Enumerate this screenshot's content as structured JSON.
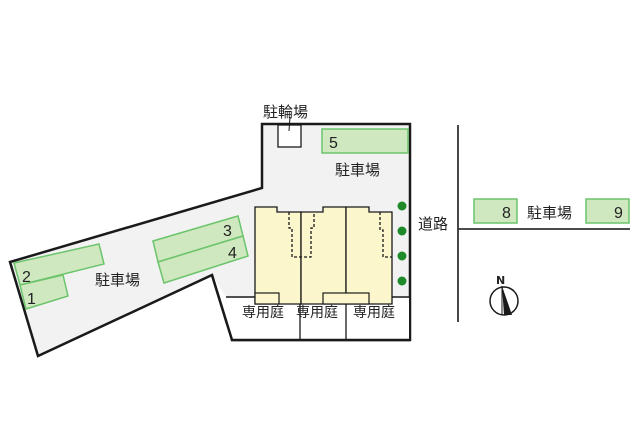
{
  "colors": {
    "lot_fill": "#f2f2f2",
    "outline": "#1a1a1a",
    "parking_fill": "#cfe8c0",
    "parking_stroke": "#6cc46c",
    "building_fill": "#fcf6cc",
    "tree": "#1f8a2a"
  },
  "labels": {
    "bicycle_parking": "駐輪場",
    "parking_north": "駐車場",
    "parking_west": "駐車場",
    "parking_east": "駐車場",
    "road": "道路",
    "private_garden": [
      "専用庭",
      "専用庭",
      "専用庭"
    ],
    "compass_north": "N"
  },
  "parking_spaces": [
    {
      "id": "1",
      "label": "1"
    },
    {
      "id": "2",
      "label": "2"
    },
    {
      "id": "3",
      "label": "3"
    },
    {
      "id": "4",
      "label": "4"
    },
    {
      "id": "5",
      "label": "5"
    },
    {
      "id": "8",
      "label": "8"
    },
    {
      "id": "9",
      "label": "9"
    }
  ],
  "trees": 4,
  "units": 3
}
